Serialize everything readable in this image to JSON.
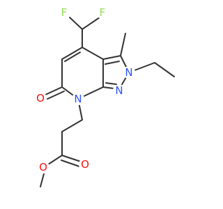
{
  "molecule": {
    "atoms": {
      "F1": {
        "symbol": "F",
        "color": "#90e050"
      },
      "F2": {
        "symbol": "F",
        "color": "#90e050"
      },
      "O_ring": {
        "symbol": "O",
        "color": "#ff0d0d"
      },
      "N7": {
        "symbol": "N",
        "color": "#3050f8"
      },
      "N1": {
        "symbol": "N",
        "color": "#3050f8"
      },
      "N2": {
        "symbol": "N",
        "color": "#3050f8"
      },
      "O_carbonyl": {
        "symbol": "O",
        "color": "#ff0d0d"
      },
      "O_ester": {
        "symbol": "O",
        "color": "#ff0d0d"
      }
    },
    "bond_color": "#333333"
  }
}
